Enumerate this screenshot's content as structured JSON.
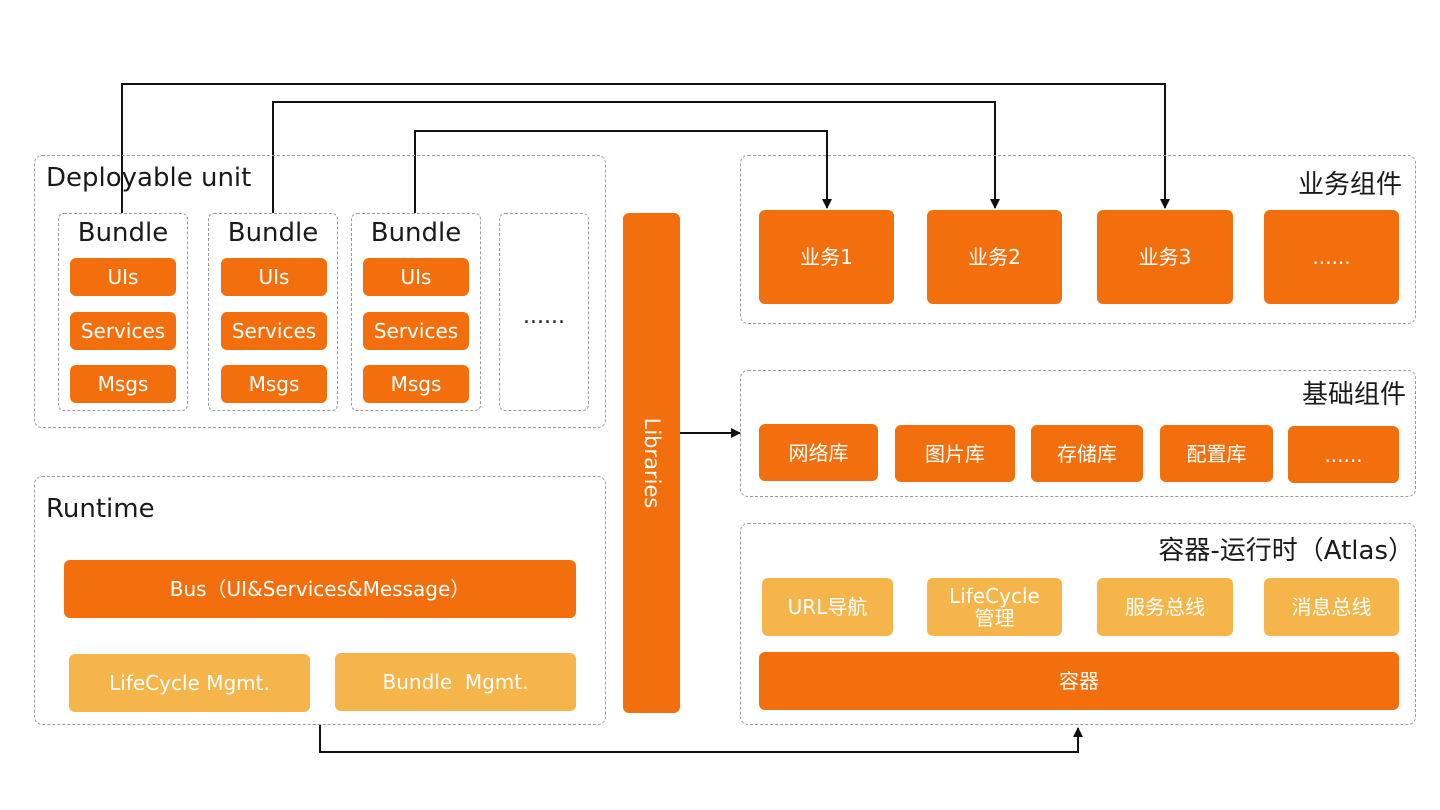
{
  "deployable": {
    "title": "Deployable unit",
    "bundles": [
      {
        "label": "Bundle",
        "items": [
          "UIs",
          "Services",
          "Msgs"
        ]
      },
      {
        "label": "Bundle",
        "items": [
          "UIs",
          "Services",
          "Msgs"
        ]
      },
      {
        "label": "Bundle",
        "items": [
          "UIs",
          "Services",
          "Msgs"
        ]
      }
    ],
    "more": "......"
  },
  "runtime": {
    "title": "Runtime",
    "bus": "Bus（UI&Services&Message）",
    "lifecycle": "LifeCycle Mgmt.",
    "bundle_mgmt": "Bundle  Mgmt."
  },
  "libraries": "Libraries",
  "business": {
    "title": "业务组件",
    "items": [
      "业务1",
      "业务2",
      "业务3",
      "......"
    ]
  },
  "base": {
    "title": "基础组件",
    "items": [
      "网络库",
      "图片库",
      "存储库",
      "配置库",
      "......"
    ]
  },
  "container": {
    "title": "容器-运行时（Atlas）",
    "items": [
      "URL导航",
      "LifeCycle\n管理",
      "服务总线",
      "消息总线"
    ],
    "main": "容器"
  },
  "colors": {
    "dark_orange": "#f36f0d",
    "light_orange": "#f5b54a",
    "border": "#9a9a9a"
  }
}
